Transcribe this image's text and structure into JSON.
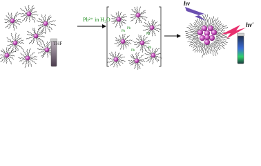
{
  "labels": {
    "pb_reagent": "Pb²⁺ in H₂O",
    "solvent": "THF",
    "excitation": "hν",
    "emission": "hν′"
  },
  "colors": {
    "particle": "#c94fc0",
    "particle_highlight": "#f2b8ee",
    "ligand": "#333333",
    "pb_ion": "#1a8a1a",
    "excitation_arrow": "#6b4fb0",
    "emission_arrow": "#e8306e",
    "process_arrow": "#111111",
    "vial_dark": "#4a3b4c",
    "vial_glow_blue": "#3a6dd8",
    "vial_glow_green": "#2fd06a"
  },
  "icons": {
    "reaction_arrow": "arrow-right-icon",
    "excitation": "lightning-icon",
    "emission": "lightning-icon",
    "sample_vial": "vial-icon"
  },
  "stages": [
    {
      "name": "dispersed-network"
    },
    {
      "name": "pb-bridged-network"
    },
    {
      "name": "aggregated-cluster"
    }
  ],
  "pb_ion_labels": [
    "Pb",
    "Pb",
    "Pb",
    "Pb",
    "Pb"
  ]
}
